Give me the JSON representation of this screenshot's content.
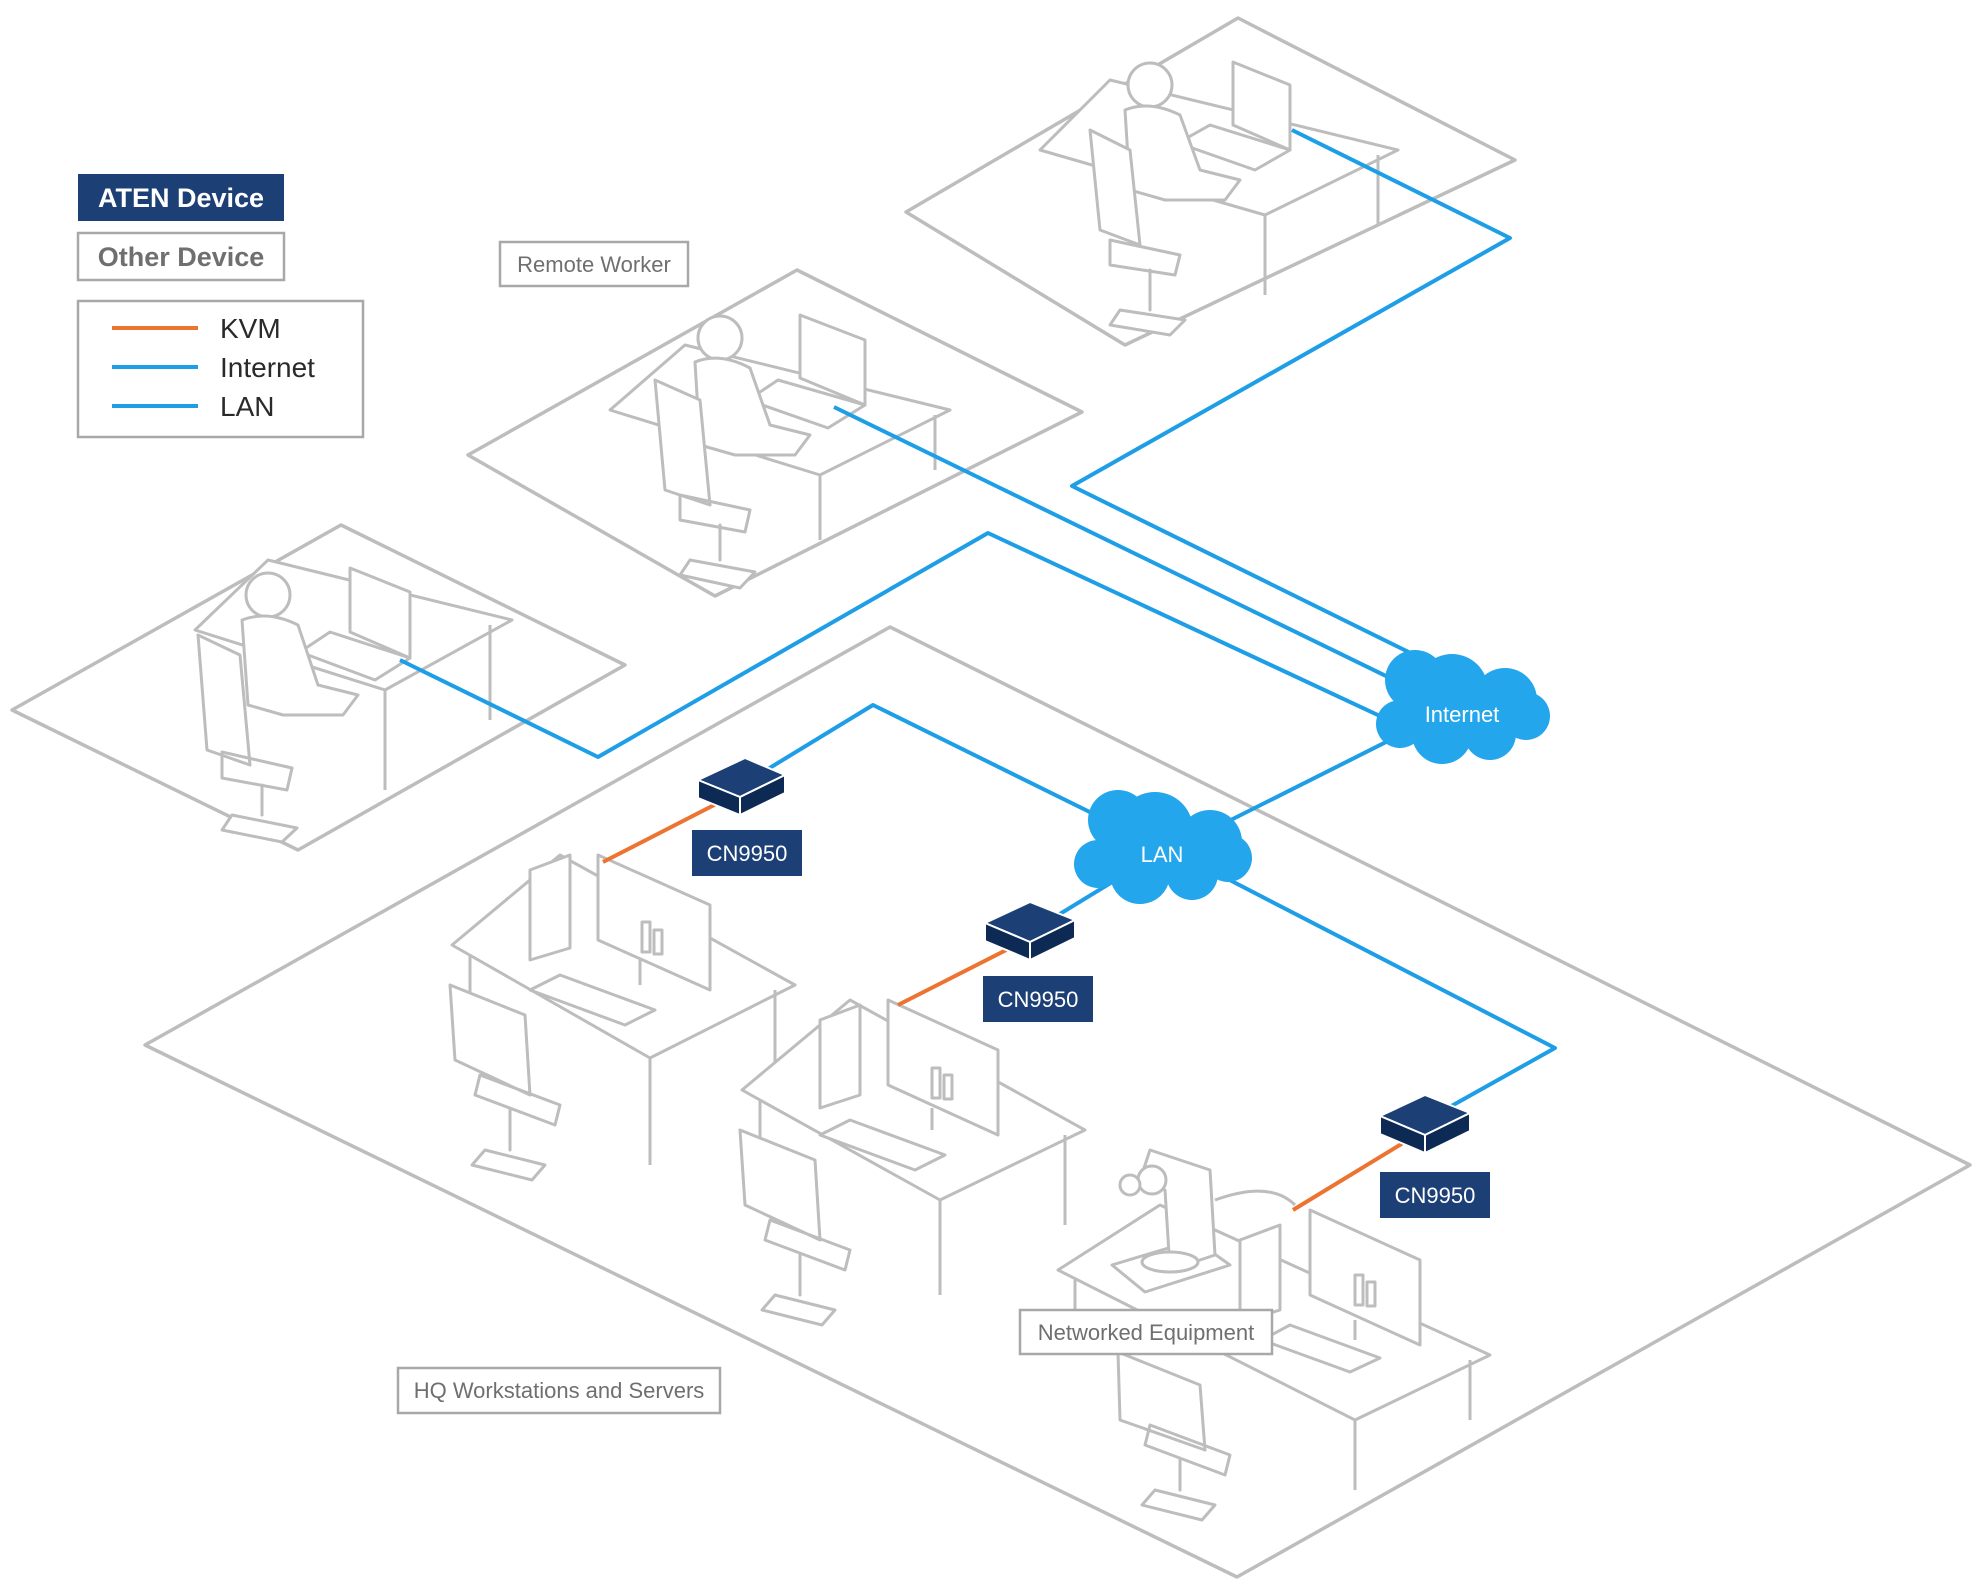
{
  "legend": {
    "aten_device": "ATEN Device",
    "other_device": "Other Device",
    "lines": [
      {
        "label": "KVM",
        "color": "#ec7330"
      },
      {
        "label": "Internet",
        "color": "#1e9ee6"
      },
      {
        "label": "LAN",
        "color": "#1e9ee6"
      }
    ]
  },
  "zones": {
    "remote_worker": "Remote Worker",
    "hq": "HQ Workstations and Servers",
    "networked_equipment": "Networked Equipment"
  },
  "clouds": {
    "internet": "Internet",
    "lan": "LAN"
  },
  "devices": [
    "CN9950",
    "CN9950",
    "CN9950"
  ],
  "colors": {
    "aten_navy": "#1c3f75",
    "cloud_blue": "#23a6ec",
    "kvm_orange": "#ec7330",
    "outline_gray": "#bdbdbd"
  }
}
